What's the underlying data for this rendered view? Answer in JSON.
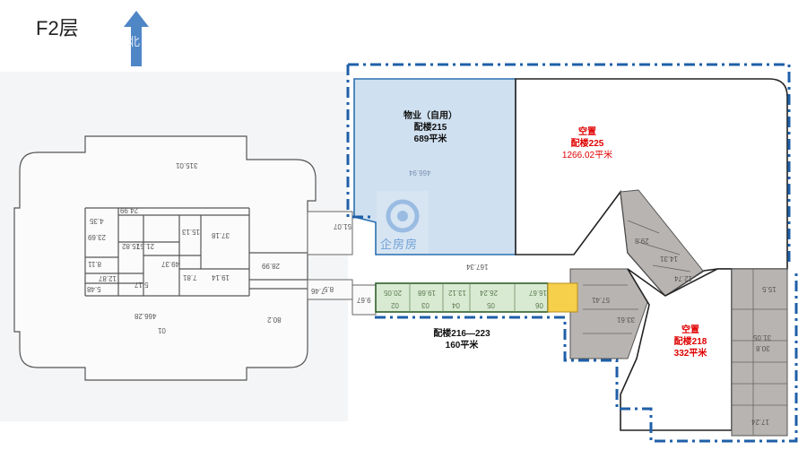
{
  "floor": {
    "label": "F2层",
    "north": "北"
  },
  "watermark": {
    "text": "企房房"
  },
  "units": {
    "property": {
      "line1": "物业（自用）",
      "line2": "配楼215",
      "line3": "689平米"
    },
    "vacant_225": {
      "status": "空置",
      "unit": "配楼225",
      "area": "1266.02平米"
    },
    "strip": {
      "unit": "配楼216—223",
      "area": "160平米"
    },
    "vacant_218": {
      "status": "空置",
      "unit": "配楼218",
      "area": "332平米"
    }
  },
  "plan_numbers": {
    "n315": "315.01",
    "n466a": "466.94",
    "n51": "51.07",
    "n167": "167.34",
    "n466b": "466.28",
    "n80": "80.2",
    "n2899": "28.99",
    "n2499": "24.99",
    "n3718": "37.18",
    "n4937": "49.37",
    "n1914": "19.14",
    "n781": "7.81",
    "n2369": "23.69",
    "n1582": "15.82",
    "n2157": "21.57",
    "n811": "8.11",
    "n1287": "12.87",
    "n548": "5.48",
    "n517": "5.17",
    "n435": "4.35",
    "n1513": "15.13",
    "n85": "8.5",
    "n746": "7.46",
    "n967": "9.67",
    "s02": "02",
    "s03": "03",
    "s04": "04",
    "s05": "05",
    "s06": "06",
    "s2005": "20.05",
    "s1968": "19.68",
    "s1312": "13.12",
    "s2624": "26.24",
    "s1667": "16.67",
    "n5741": "57.41",
    "n3361": "33.61",
    "n298": "29.8",
    "n1431": "14.31",
    "n1274": "12.74",
    "n155": "15.5",
    "n3105": "31.05",
    "n308": "30.8",
    "n1724": "17.24",
    "n01": "01"
  },
  "colors": {
    "dash_blue": "#1f5fa8",
    "property_fill": "#cfe0f0",
    "strip_fill": "#d9ead3",
    "yellow": "#f6cf4b",
    "gray_fill": "#b8b4b1",
    "red": "#e00000"
  }
}
